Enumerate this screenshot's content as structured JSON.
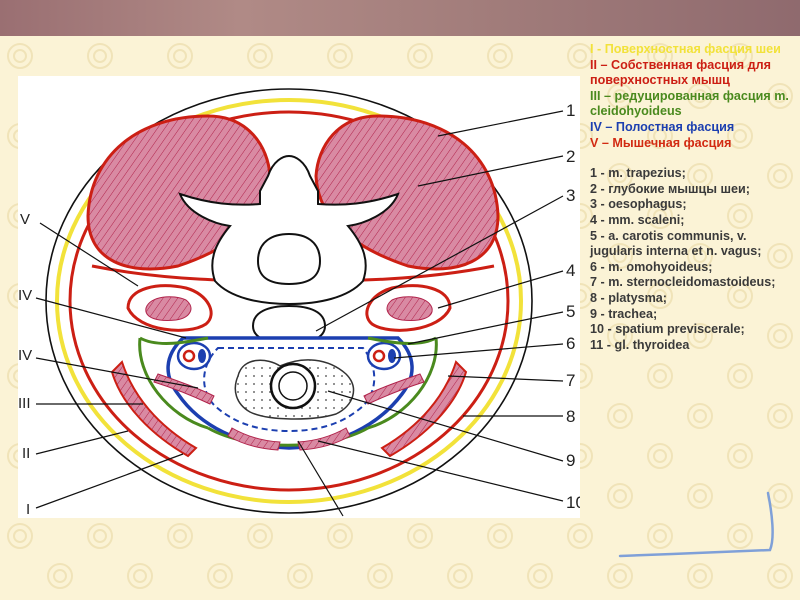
{
  "legend": {
    "fascia_1": "I - Поверхностная фасция шеи",
    "fascia_2": "II – Собственная фасция для поверхностных мышц",
    "fascia_3": "III – редуцированная фасция m. cleidohyoideus",
    "fascia_4": "IV – Полостная фасция",
    "fascia_5": "V – Мышечная фасция",
    "item_1": "1 - m. trapezius;",
    "item_2": " 2 - глубокие мышцы шеи;",
    "item_3": "3 - oesophagus;",
    "item_4": "4 - mm. scaleni;",
    "item_5": "5 - a. carotis communis, v. jugularis interna et n. vagus;",
    "item_6": "6 - m. omohyoideus;",
    "item_7": "7 - m. sternocleidomastoideus;",
    "item_8": "8 - platysma;",
    "item_9": "9 - trachea;",
    "item_10": "10 - spatium previscerale;",
    "item_11": "11 - gl. thyroidea"
  },
  "labels_right": [
    "1",
    "2",
    "3",
    "4",
    "5",
    "6",
    "7",
    "8",
    "9",
    "10"
  ],
  "labels_left": [
    "V",
    "IV",
    "IV",
    "III",
    "II",
    "I"
  ],
  "colors": {
    "superficial_fascia": "#f2e23a",
    "proper_fascia": "#cc1f14",
    "reduced_fascia": "#4a8a1e",
    "cavity_fascia": "#1c3fb0",
    "muscle_fill": "#d98aa3",
    "muscle_stroke": "#b0224a"
  }
}
